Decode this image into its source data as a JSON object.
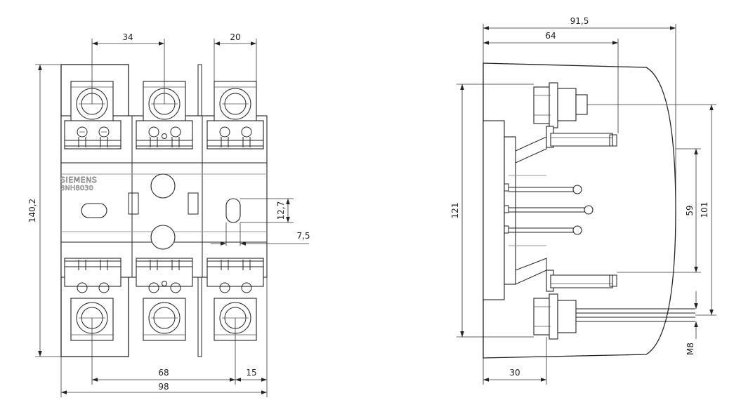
{
  "front_view": {
    "brand": "SIEMENS",
    "model": "3NH8030",
    "dims": {
      "top_pitch": "34",
      "top_width": "20",
      "height": "140,2",
      "slot_height": "12,7",
      "slot_width": "7,5",
      "bottom_pitch": "68",
      "bottom_edge": "15",
      "total_width": "98"
    }
  },
  "side_view": {
    "dims": {
      "total_depth": "91,5",
      "depth": "64",
      "height": "121",
      "inner_height": "59",
      "terminal_pitch": "101",
      "thread": "M8",
      "base_depth": "30"
    }
  }
}
